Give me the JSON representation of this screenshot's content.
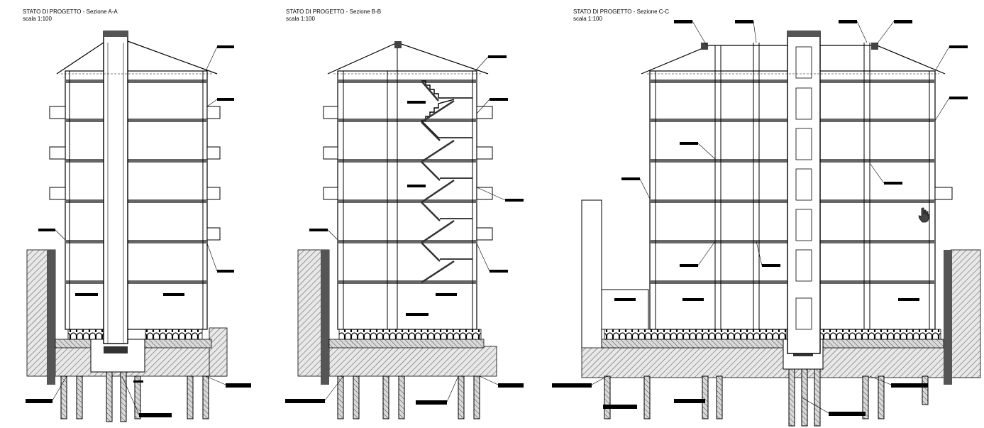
{
  "sections": [
    {
      "id": "a",
      "title": "STATO DI PROGETTO - Sezione A-A",
      "scale": "scala 1:100"
    },
    {
      "id": "b",
      "title": "STATO DI PROGETTO - Sezione B-B",
      "scale": "scala 1:100"
    },
    {
      "id": "c",
      "title": "STATO DI PROGETTO - Sezione C-C",
      "scale": "scala 1:100"
    }
  ],
  "icons": {
    "cursor": "hand-pointer-icon"
  },
  "colors": {
    "line": "#000000",
    "hatch": "#555555",
    "soil": "#e0e0e0"
  }
}
